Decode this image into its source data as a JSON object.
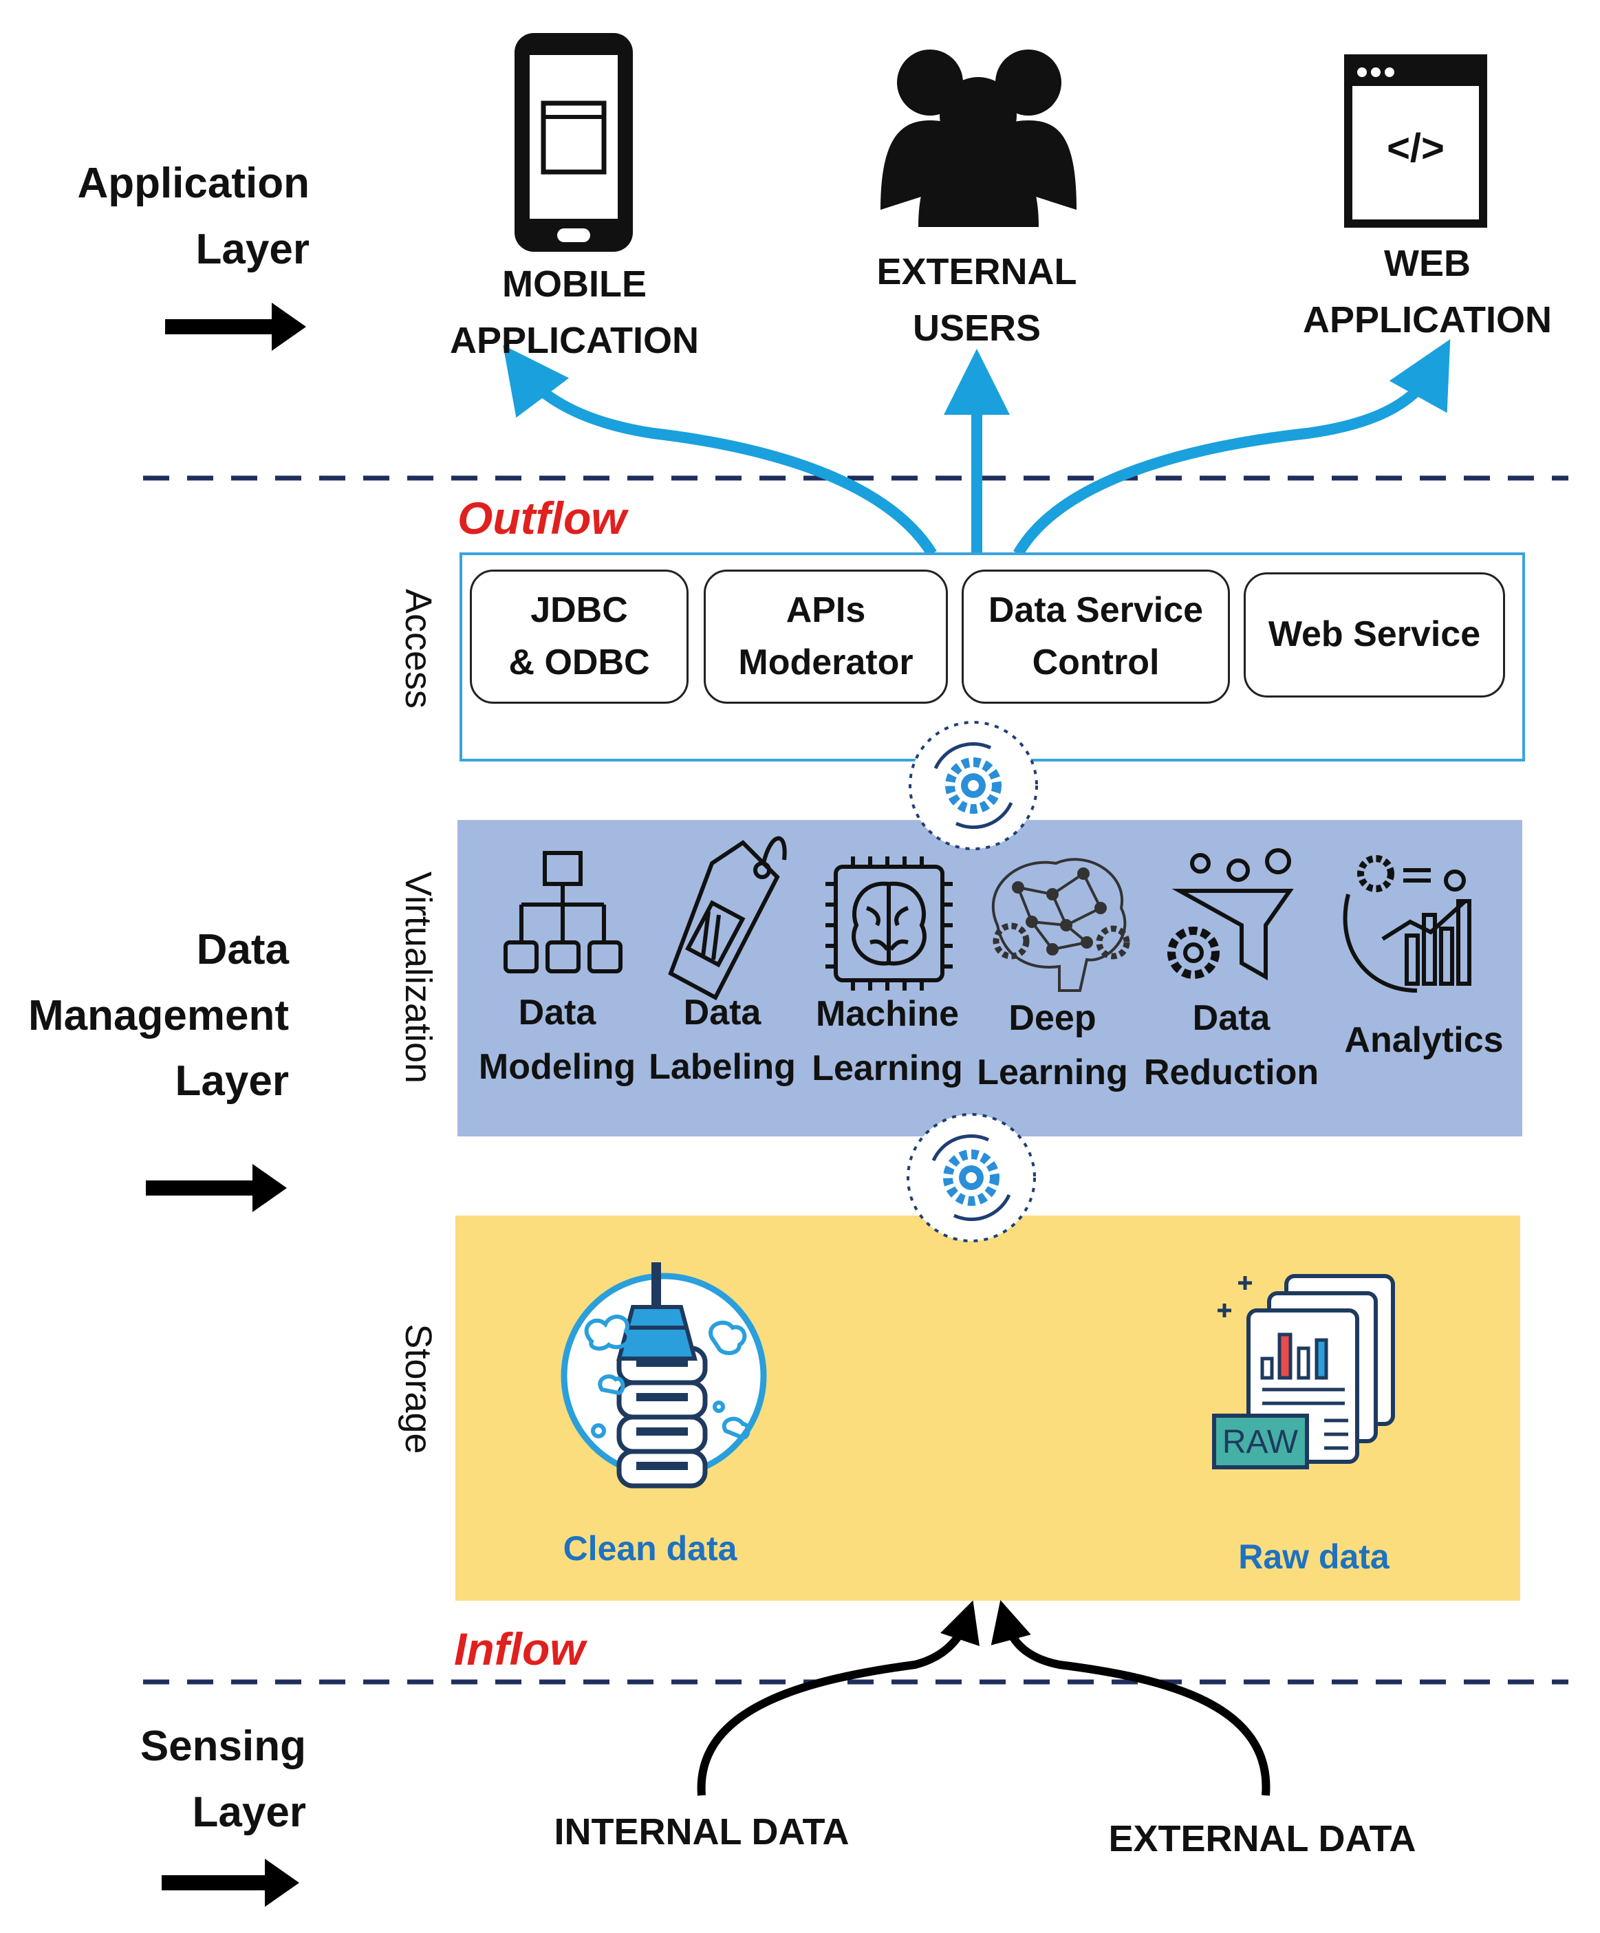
{
  "layers": {
    "application": [
      "Application",
      "Layer"
    ],
    "data_management": [
      "Data",
      "Management",
      "Layer"
    ],
    "sensing": [
      "Sensing",
      "Layer"
    ]
  },
  "application_targets": {
    "mobile": [
      "MOBILE",
      "APPLICATION"
    ],
    "users": [
      "EXTERNAL",
      "USERS"
    ],
    "web": [
      "WEB",
      "APPLICATION"
    ]
  },
  "flows": {
    "outflow": "Outflow",
    "inflow": "Inflow"
  },
  "sections": {
    "access": "Access",
    "virtualization": "Virtualization",
    "storage": "Storage"
  },
  "access_items": [
    [
      "JDBC",
      "& ODBC"
    ],
    [
      "APIs",
      "Moderator"
    ],
    [
      "Data Service",
      "Control"
    ],
    [
      "Web Service"
    ]
  ],
  "virtualization_items": [
    [
      "Data",
      "Modeling"
    ],
    [
      "Data",
      "Labeling"
    ],
    [
      "Machine",
      "Learning"
    ],
    [
      "Deep",
      "Learning"
    ],
    [
      "Data",
      "Reduction"
    ],
    [
      "Analytics"
    ]
  ],
  "storage_items": {
    "clean": "Clean data",
    "raw": "Raw data",
    "raw_badge": "RAW"
  },
  "sources": {
    "internal": "INTERNAL DATA",
    "external": "EXTERNAL DATA"
  },
  "code_symbol": "</>",
  "colors": {
    "access_border": "#3aa3dc",
    "virtualization_bg": "#a3b9df",
    "storage_bg": "#fbdd7e",
    "arrow_blue": "#1aa0dc",
    "dashed_line": "#1f2e5c",
    "flow_text": "#e0201e",
    "storage_text": "#1e72c0"
  },
  "icons": [
    "smartphone-icon",
    "users-icon",
    "web-code-icon",
    "gear-sync-icon",
    "hierarchy-icon",
    "tag-icon",
    "chip-brain-icon",
    "brain-network-icon",
    "funnel-gear-icon",
    "analytics-chart-icon",
    "database-broom-icon",
    "raw-report-icon"
  ]
}
